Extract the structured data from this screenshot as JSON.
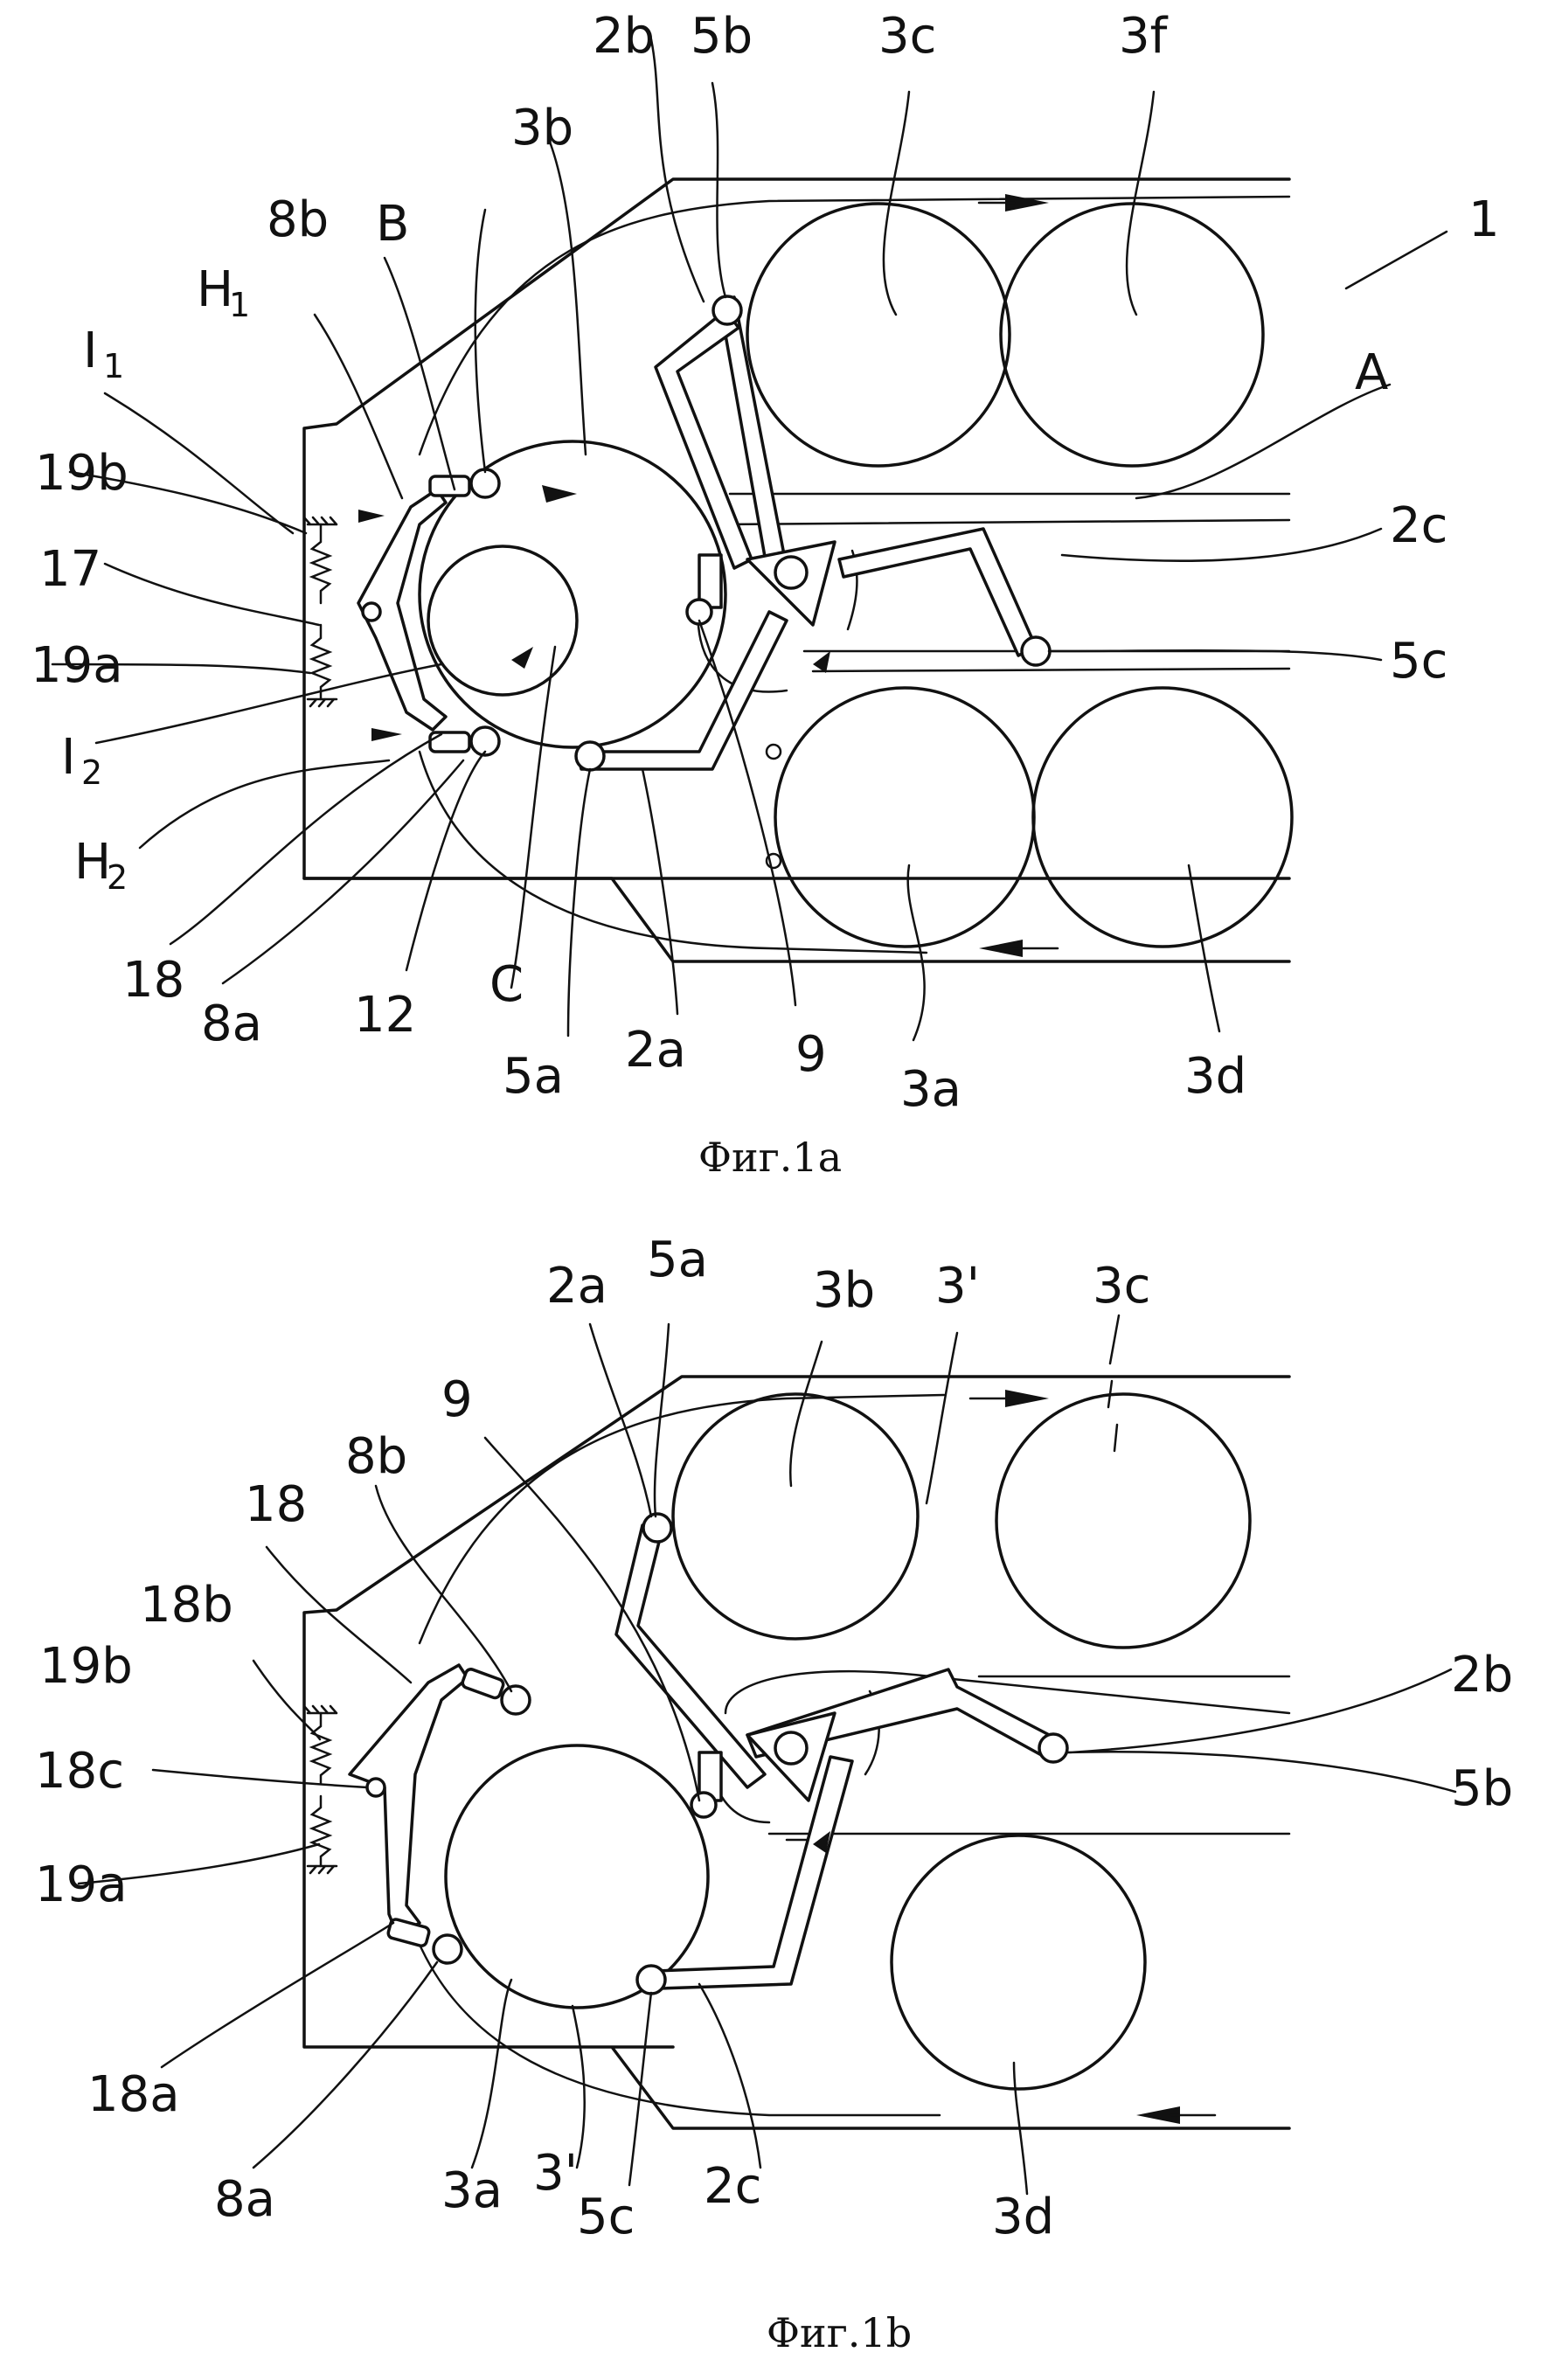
{
  "figures": [
    {
      "caption": "Фиг.1а",
      "labels": {
        "l_1": "1",
        "l_2b": "2b",
        "l_5b": "5b",
        "l_3c": "3c",
        "l_3f": "3f",
        "l_3b": "3b",
        "l_8b": "8b",
        "l_B": "B",
        "l_H1": "H",
        "l_H1s": "1",
        "l_I1": "I",
        "l_I1s": "1",
        "l_19b": "19b",
        "l_17": "17",
        "l_19a": "19a",
        "l_I2": "I",
        "l_I2s": "2",
        "l_H2": "H",
        "l_H2s": "2",
        "l_18": "18",
        "l_8a": "8a",
        "l_12": "12",
        "l_C": "C",
        "l_5a": "5a",
        "l_2a": "2a",
        "l_9": "9",
        "l_3a": "3a",
        "l_3d": "3d",
        "l_A": "A",
        "l_2c": "2c",
        "l_5c": "5c"
      }
    },
    {
      "caption": "Фиг.1b",
      "labels": {
        "l_2a": "2a",
        "l_5a": "5a",
        "l_3b": "3b",
        "l_3p": "3'",
        "l_3c": "3c",
        "l_9": "9",
        "l_8b": "8b",
        "l_18": "18",
        "l_18b": "18b",
        "l_19b": "19b",
        "l_18c": "18c",
        "l_19a": "19a",
        "l_18a": "18a",
        "l_8a": "8a",
        "l_3a": "3a",
        "l_3p2": "3'",
        "l_5c": "5c",
        "l_2c": "2c",
        "l_3d": "3d",
        "l_2b": "2b",
        "l_5b": "5b"
      }
    }
  ]
}
